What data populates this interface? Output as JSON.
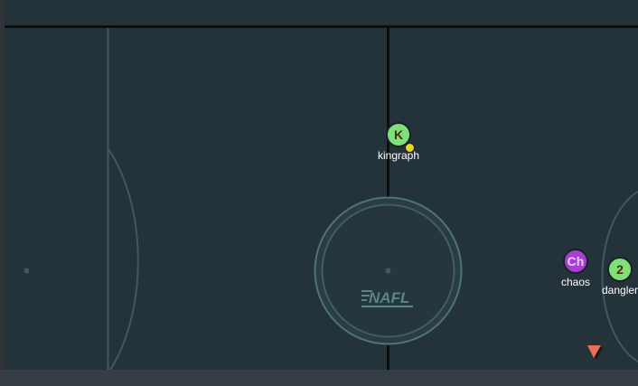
{
  "colors": {
    "pitch": "#24323a",
    "pitch_lines": "#3c5a62",
    "halfway_line": "#0a0f12",
    "center_circle": "#4e7478",
    "center_logo": "#5a8588",
    "bottom_bar": "#363d44",
    "side_strip": "#2f3439",
    "ball_marker": "#e8705a",
    "ball_marker_shadow": "#1a1a1a"
  },
  "center_logo_text": "NAFL",
  "players": [
    {
      "name": "kingraph",
      "initials": "K",
      "avatar_bg": "#7fe07a",
      "initials_color": "#4a2a10",
      "status_dot_color": "#e8d820",
      "icon": "player-avatar-icon"
    },
    {
      "name": "chaos",
      "initials": "Ch",
      "avatar_bg": "#a63fcf",
      "initials_color": "#f0c8ff",
      "icon": "player-avatar-icon"
    },
    {
      "name": "dangler",
      "initials": "2",
      "avatar_bg": "#7fe07a",
      "initials_color": "#4a2a10",
      "icon": "player-avatar-icon"
    }
  ],
  "ball_marker_icon": "triangle-marker-icon"
}
